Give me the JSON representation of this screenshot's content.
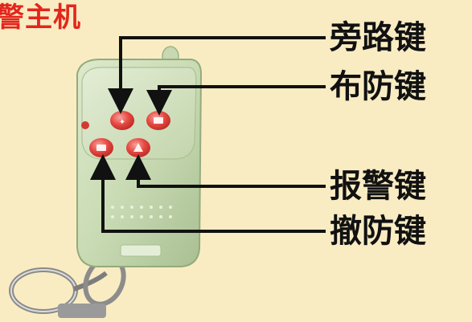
{
  "header": {
    "title": "警主机"
  },
  "buttons": [
    {
      "id": "bypass",
      "label": "旁路键"
    },
    {
      "id": "arm",
      "label": "布防键"
    },
    {
      "id": "alarm",
      "label": "报警键"
    },
    {
      "id": "disarm",
      "label": "撤防键"
    }
  ],
  "colors": {
    "background": "#f9ecc3",
    "title": "#e3261c",
    "remote_body": "#cfe0bd",
    "button": "#e8504a",
    "label_text": "#111111",
    "arrow": "#111111"
  },
  "icons": {
    "remote": "remote-control-icon",
    "keyring": "keyring-icon"
  }
}
